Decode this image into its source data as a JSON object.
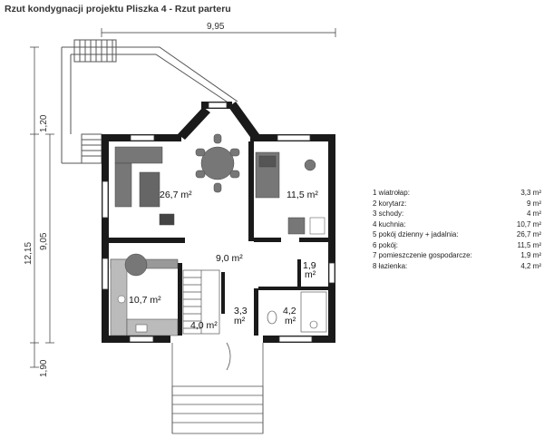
{
  "title": "Rzut kondygnacji projektu Pliszka 4 - Rzut parteru",
  "dimensions": {
    "width_total": "9,95",
    "height_total": "12,15",
    "height_inner": "9,05",
    "top_segment": "1,20",
    "bottom_segment": "1,90"
  },
  "rooms": [
    {
      "area": "26,7 m²"
    },
    {
      "area": "11,5 m²"
    },
    {
      "area": "9,0 m²"
    },
    {
      "area": "10,7 m²"
    },
    {
      "area": "4,0 m²"
    },
    {
      "area_num": "3,3",
      "unit": "m²"
    },
    {
      "area_num": "1,9",
      "unit": "m²"
    },
    {
      "area_num": "4,2",
      "unit": "m²"
    }
  ],
  "legend": [
    {
      "name": "1 wiatrołap:",
      "value": "3,3 m²"
    },
    {
      "name": "2 korytarz:",
      "value": "9 m²"
    },
    {
      "name": "3 schody:",
      "value": "4 m²"
    },
    {
      "name": "4 kuchnia:",
      "value": "10,7 m²"
    },
    {
      "name": "5 pokój dzienny + jadalnia:",
      "value": "26,7 m²"
    },
    {
      "name": "6 pokój:",
      "value": "11,5 m²"
    },
    {
      "name": "7 pomieszczenie gospodarcze:",
      "value": "1,9 m²"
    },
    {
      "name": "8 łazienka:",
      "value": "4,2 m²"
    }
  ]
}
